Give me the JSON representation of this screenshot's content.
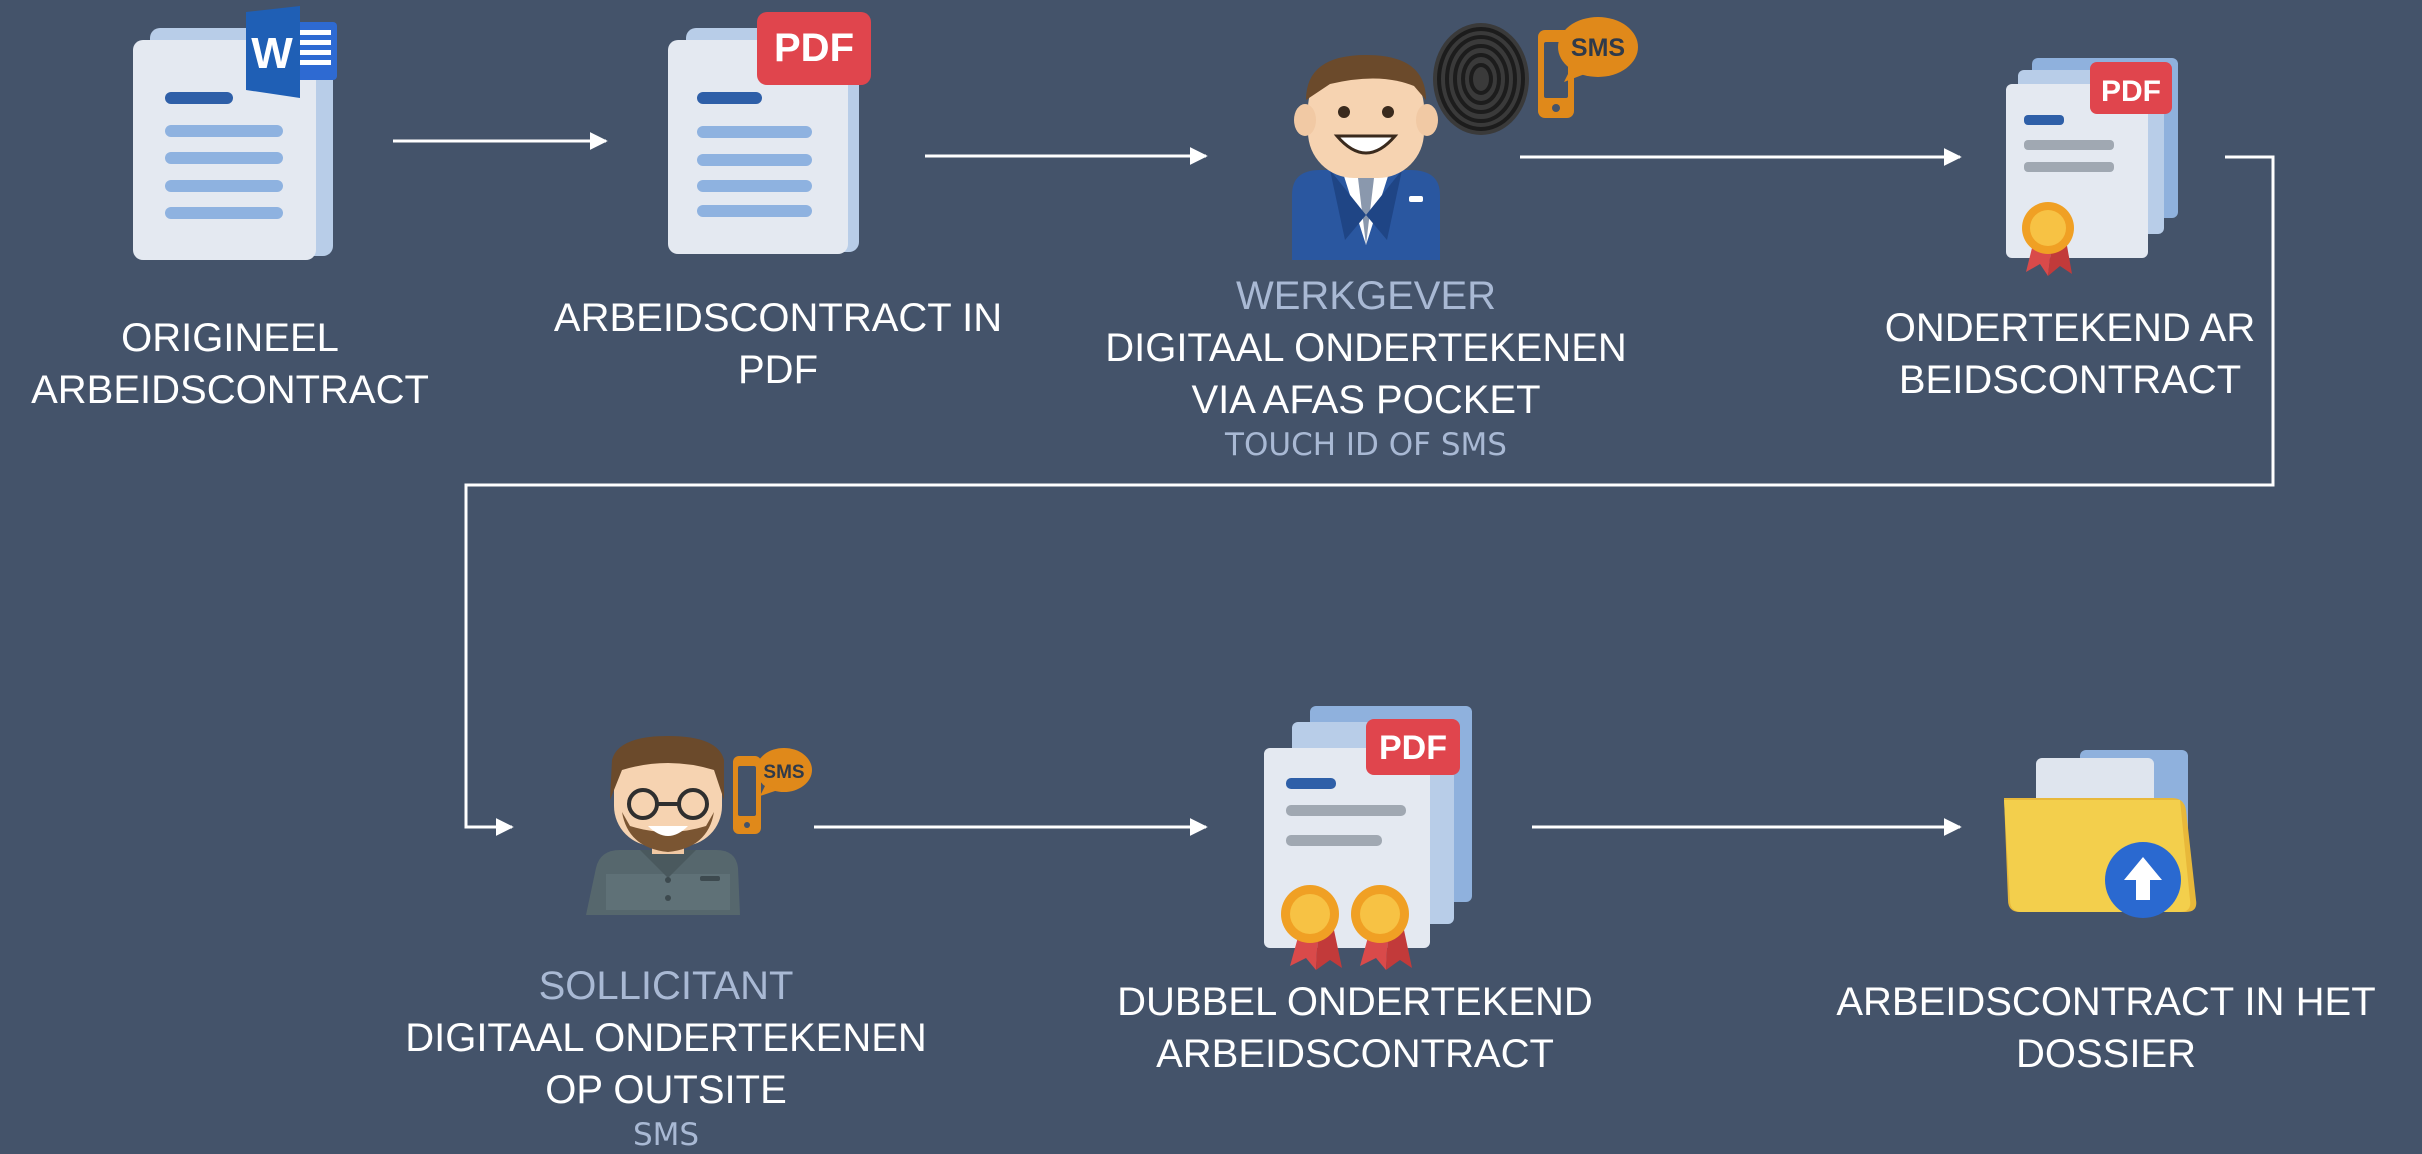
{
  "steps": {
    "origineel": {
      "label": "ORIGINEEL ARBEIDSCONTRACT",
      "badge": "W"
    },
    "pdf": {
      "label": "ARBEIDSCONTRACT IN PDF",
      "badge": "PDF"
    },
    "werkgever": {
      "role": "WERKGEVER",
      "label": "DIGITAAL ONDERTEKENEN VIA AFAS POCKET",
      "sub": "TOUCH ID OF SMS",
      "badge": "SMS"
    },
    "ondertekend": {
      "label": "ONDERTEKEND ARBEIDSCONTRACT",
      "badge": "PDF"
    },
    "sollicitant": {
      "role": "SOLLICITANT",
      "label": "DIGITAAL ONDERTEKENEN OP OUTSITE",
      "sub": "SMS",
      "badge": "SMS"
    },
    "dubbel": {
      "label": "DUBBEL ONDERTEKEND ARBEIDSCONTRACT",
      "badge": "PDF"
    },
    "dossier": {
      "label": "ARBEIDSCONTRACT IN HET DOSSIER"
    }
  },
  "colors": {
    "background": "#44536a",
    "pdf_red": "#e0454d",
    "word_blue": "#1f5fb5",
    "sms_orange": "#e0891a",
    "secondary_text": "#a9b9d4",
    "folder_yellow": "#f3cf4c"
  }
}
